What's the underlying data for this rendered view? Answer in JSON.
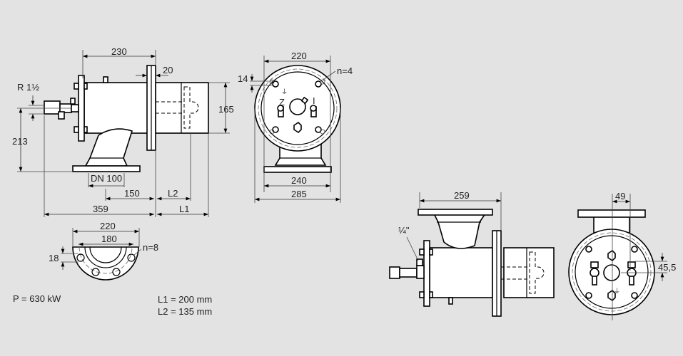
{
  "drawing": {
    "side_view": {
      "dim_overall_flange": "230",
      "dim_flange_thickness": "20",
      "dim_thread": "R 1½",
      "dim_height_axis": "213",
      "dim_tube_diameter": "165",
      "dim_inlet": "DN 100",
      "dim_inlet_offset": "150",
      "dim_length": "359",
      "dim_L1": "L1",
      "dim_L2": "L2"
    },
    "front_view": {
      "dim_bolt_circle": "220",
      "dim_hole": "14",
      "holes": "n=4",
      "label_z": "Z",
      "label_i": "I",
      "dim_base_inner": "240",
      "dim_base_outer": "285"
    },
    "inlet_flange": {
      "dim_outer": "220",
      "dim_bolt_circle": "180",
      "dim_hole": "18",
      "holes": "n=8"
    },
    "side_view_alt": {
      "dim_length": "259",
      "dim_gauge": "¼\""
    },
    "front_view_alt": {
      "dim_offset_x": "49",
      "dim_offset_y": "45,5"
    }
  },
  "specs": {
    "power": "P = 630 kW",
    "L1": "L1 = 200 mm",
    "L2": "L2 = 135 mm"
  }
}
